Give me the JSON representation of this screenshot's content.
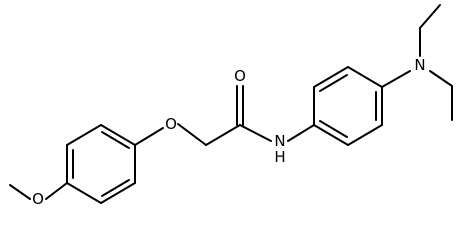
{
  "atoms": {
    "o_methoxy": "O",
    "o_ether": "O",
    "o_carbonyl": "O",
    "n_amide": "N",
    "h_amide": "H",
    "n_amine": "N"
  },
  "colors": {
    "bond": "#000000",
    "label": "#000000",
    "background": "#ffffff"
  }
}
